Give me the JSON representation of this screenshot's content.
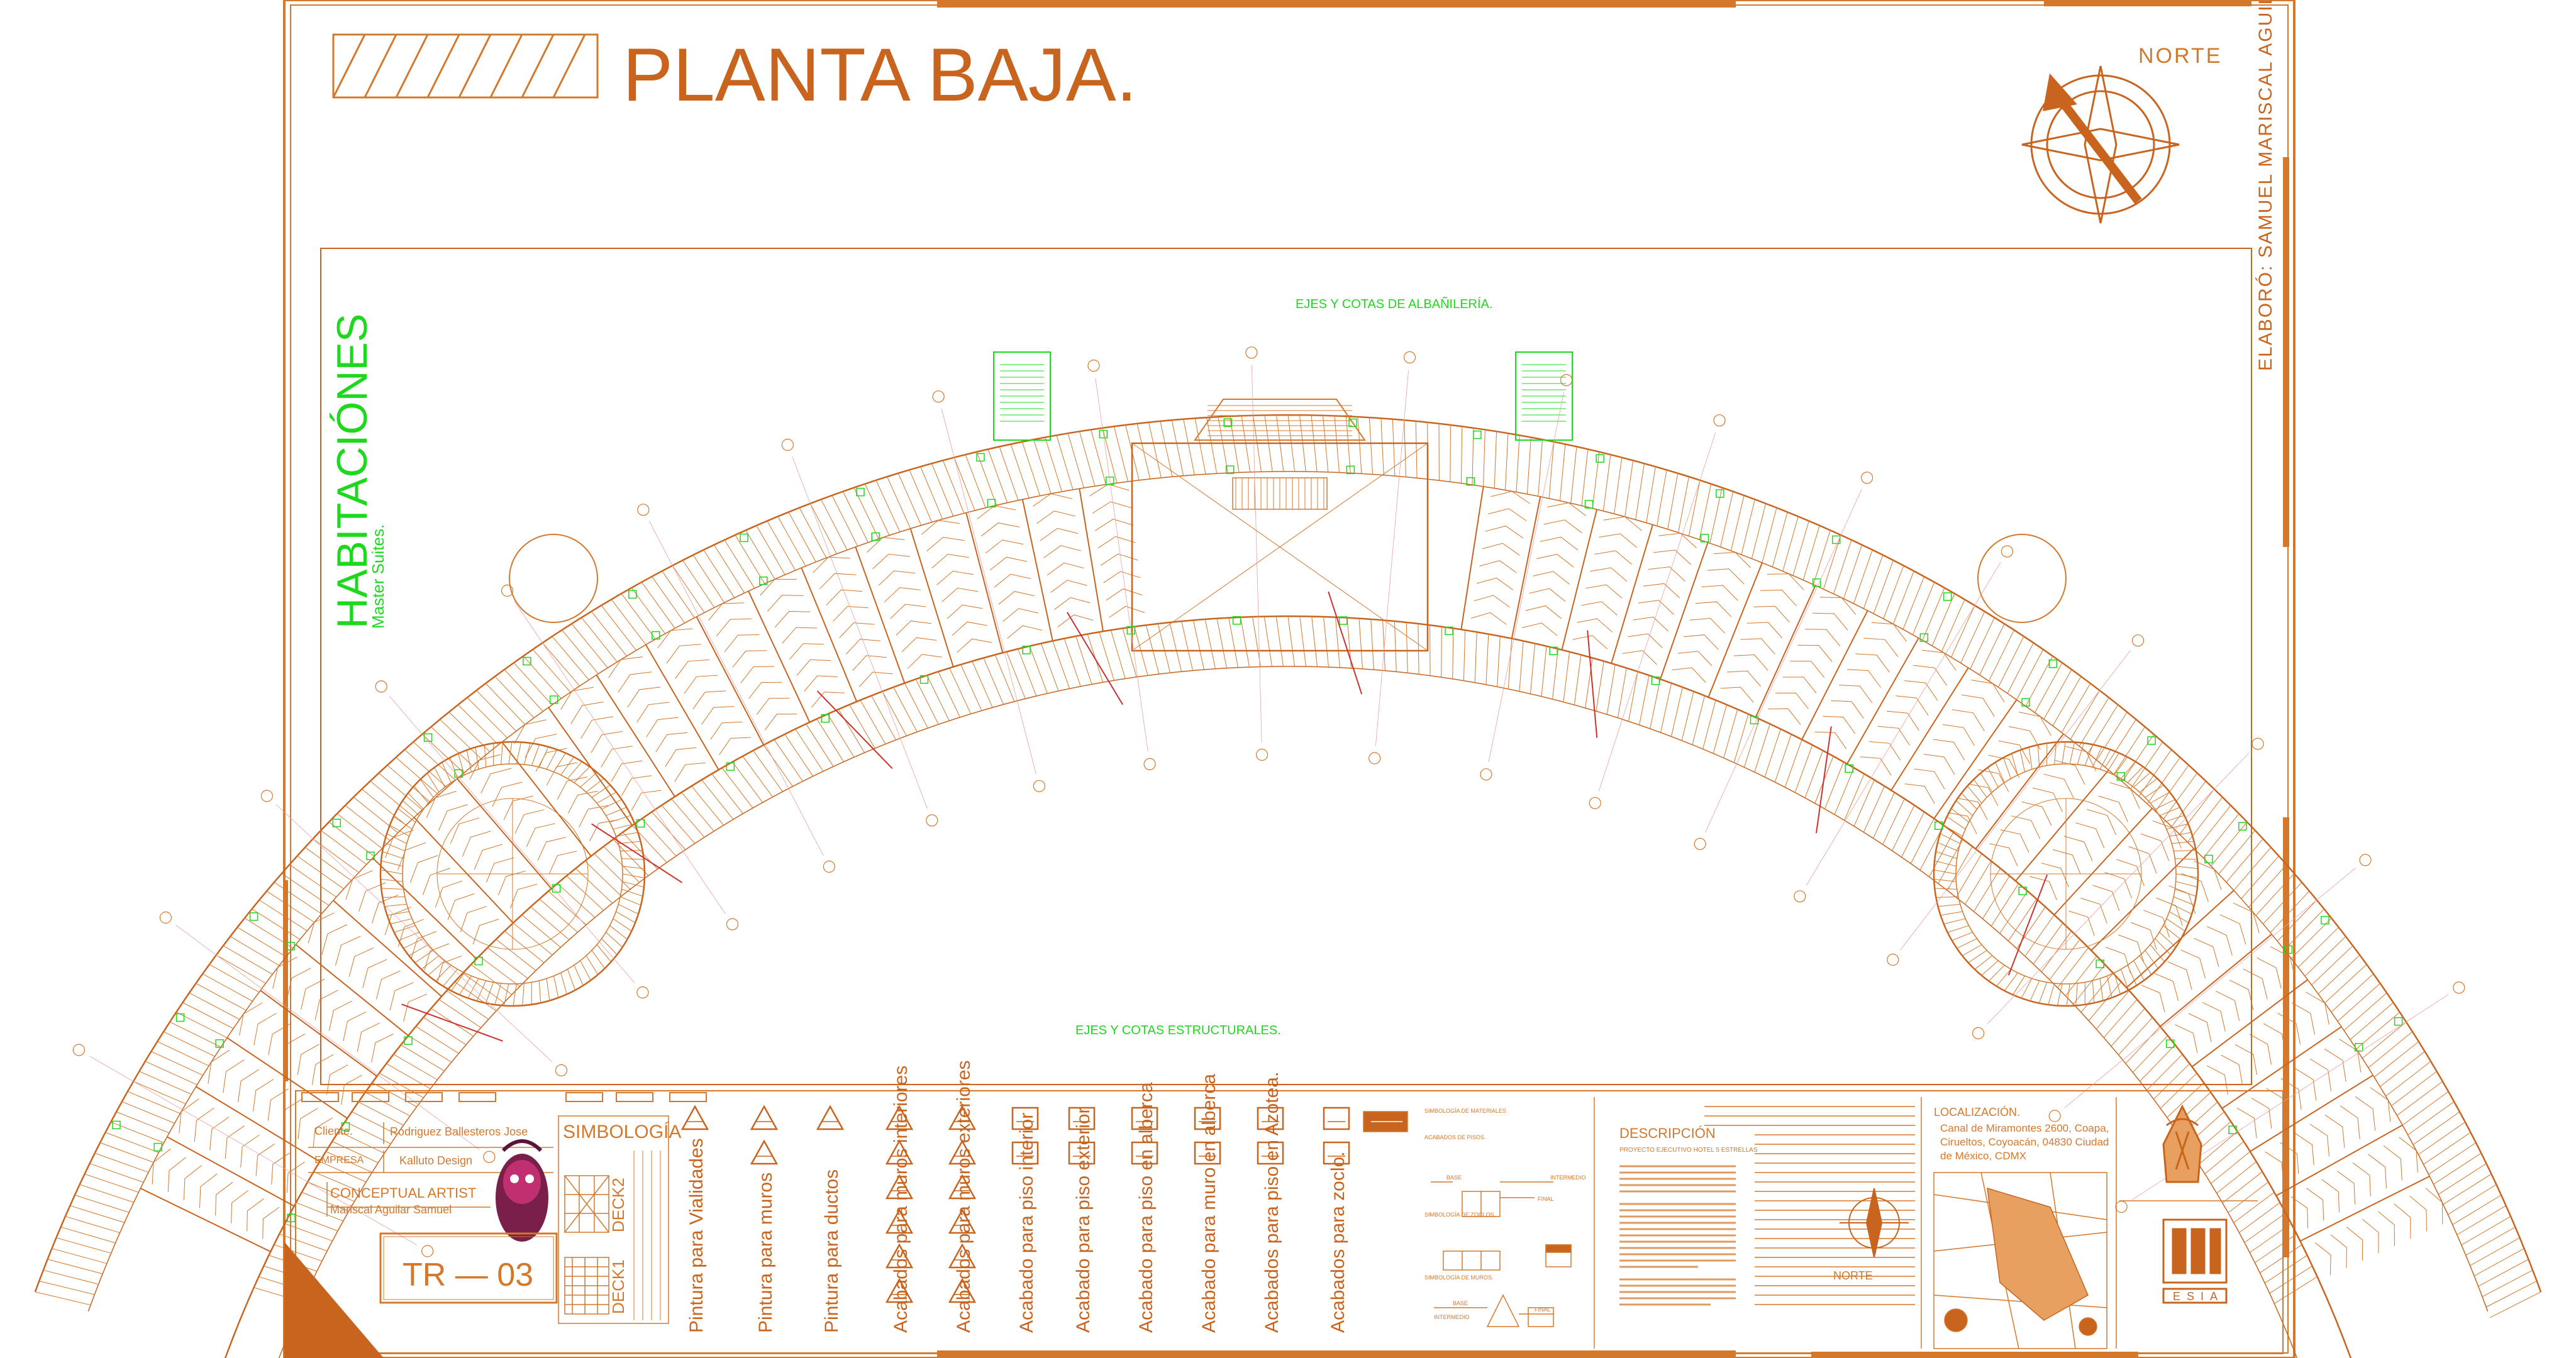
{
  "title": "PLANTA BAJA.",
  "north_label": "NORTE",
  "author": "ELABORÓ: SAMUEL MARISCAL AGUILAR.",
  "section_title": "HABITACIÓNES",
  "section_subtitle": "Master Suites.",
  "annotation_top": "EJES Y COTAS DE ALBAÑILERÍA.",
  "annotation_bottom": "EJES Y COTAS ESTRUCTURALES.",
  "cartouche": {
    "client_label": "Cliente.",
    "client_value": "Rodriguez Ballesteros Jose",
    "company_label": "EMPRESA",
    "company_value": "Kalluto Design",
    "artist_label": "CONCEPTUAL ARTIST",
    "artist_value": "Mariscal Aguilar Samuel",
    "sheet_code": "TR — 03"
  },
  "symbology": {
    "title": "SIMBOLOGÍA",
    "deck2": "DECK2",
    "deck1": "DECK1",
    "vertical_labels": [
      "Pintura para Vialidades",
      "Pintura para muros",
      "Pintura para ductos",
      "Acabados para muros interiores",
      "Acabados para muros exteriores",
      "Acabado para piso interior",
      "Acabado para piso exterior",
      "Acabado para piso en alberca",
      "Acabado para muro en alberca",
      "Acabados para piso en Azotea.",
      "Acabados para zoclo."
    ],
    "materials_title": "SIMBOLOGÍA DE MATERIALES",
    "floor_finish": "ACABADOS DE PISOS.",
    "base": "BASE",
    "intermedio": "INTERMEDIO",
    "final": "FINAL",
    "zoclo": "SIMBOLOGÍA DE ZOCLOS.",
    "muros": "SIMBOLOGÍA DE MUROS."
  },
  "description": {
    "title": "DESCRIPCIÓN",
    "subtitle": "PROYECTO EJECUTIVO HOTEL 5 ESTRELLAS"
  },
  "location": {
    "title": "LOCALIZACIÓN.",
    "line1": "Canal de Miramontes 2600, Coapa,",
    "line2": "Cirueltos, Coyoacán, 04830 Ciudad",
    "line3": "de México, CDMX",
    "north": "NORTE"
  },
  "school_logo_text": "ESIA",
  "colors": {
    "orange": "#d4782c",
    "dark_orange": "#c8641e",
    "green": "#1ed81e",
    "red": "#cc3030",
    "magenta": "#c03070"
  }
}
